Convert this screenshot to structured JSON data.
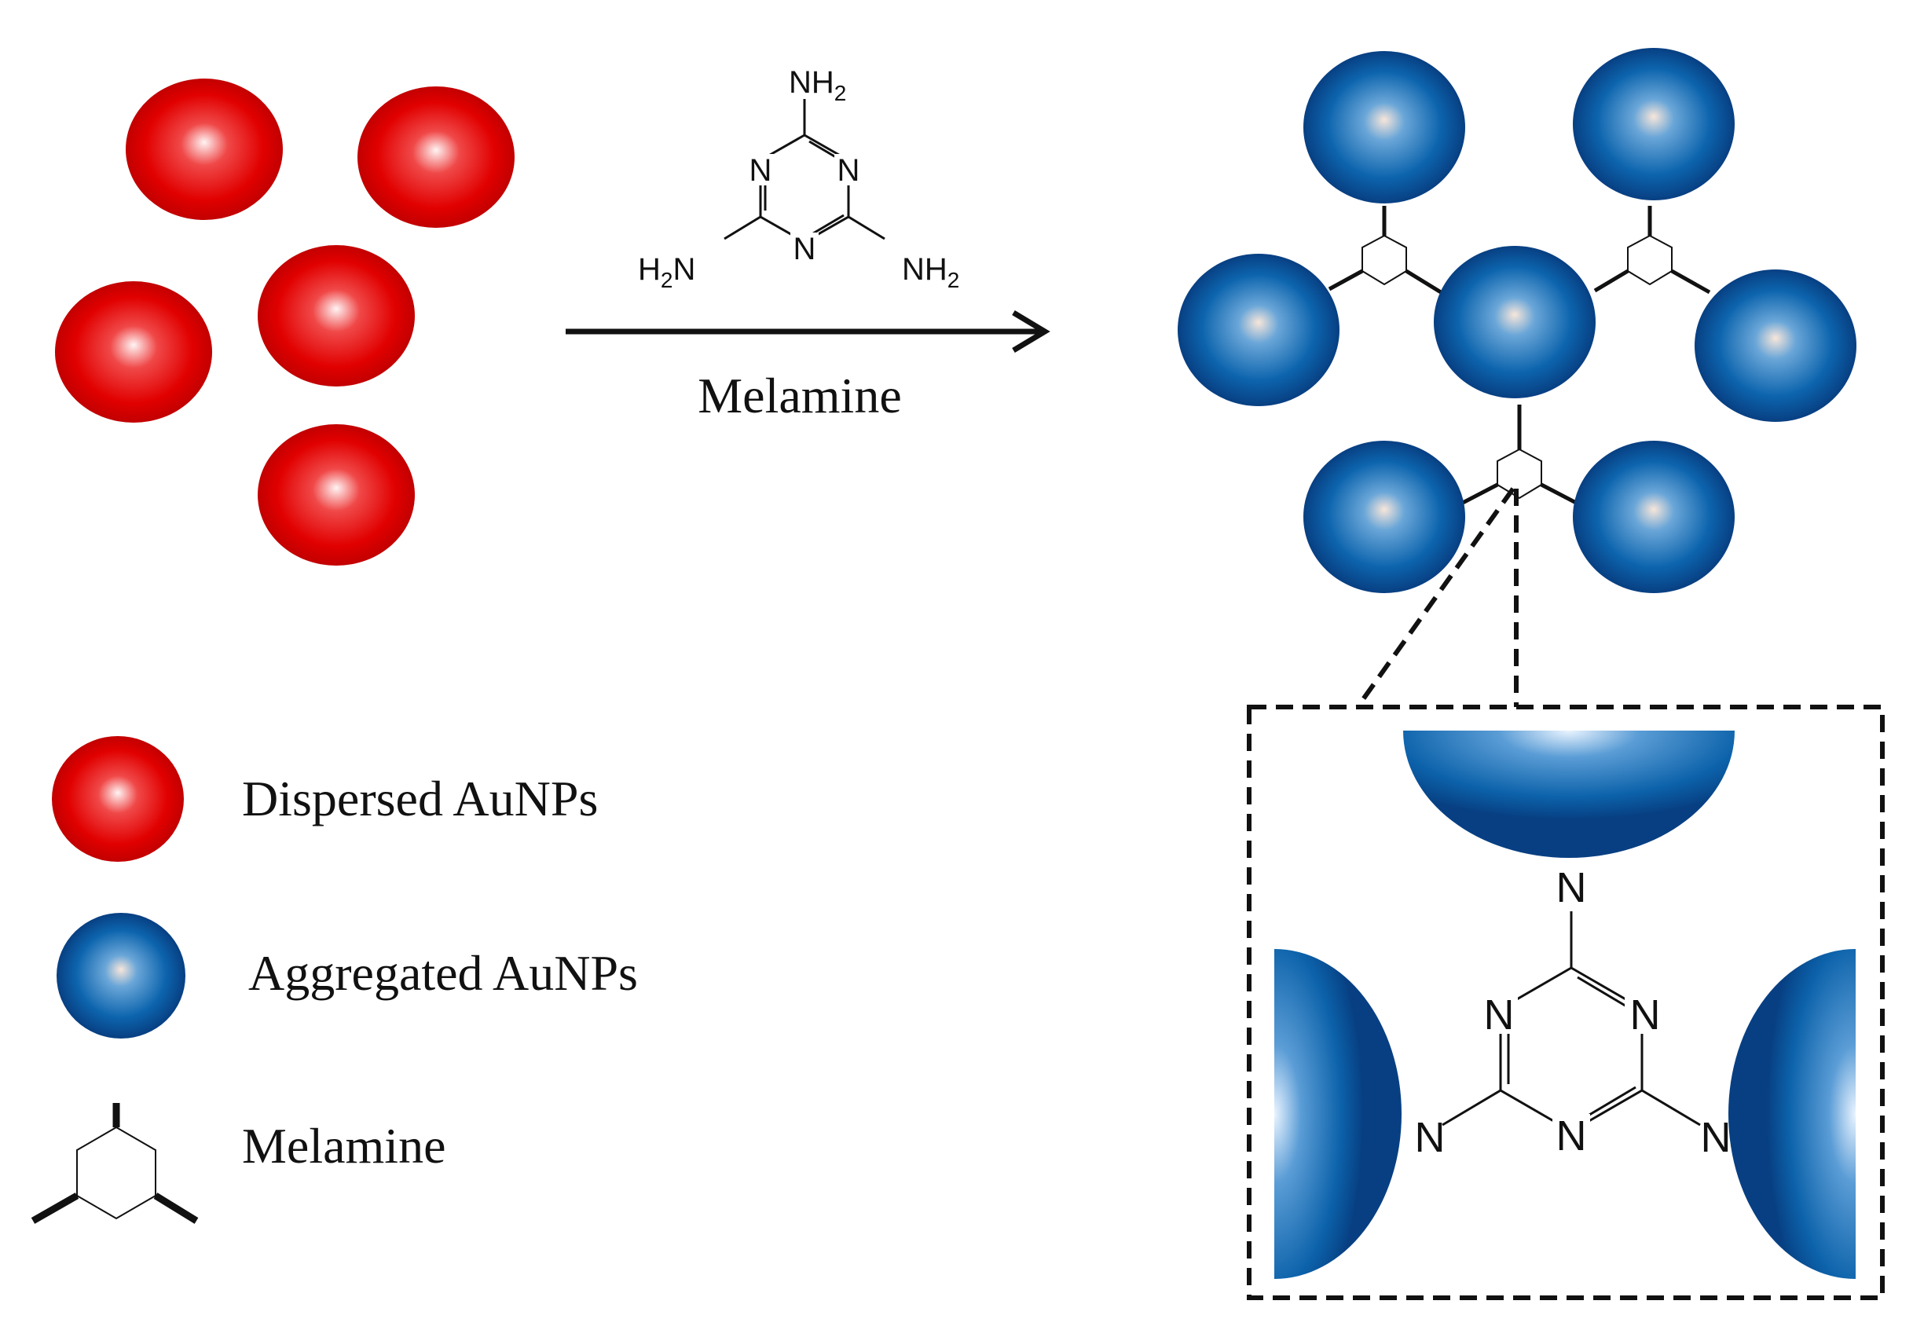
{
  "reaction": {
    "arrow_label": "Melamine",
    "reagent_structure": {
      "amine_top": "NH",
      "amine_left_prefix": "H",
      "amine_left_suffix": "N",
      "amine_right": "NH",
      "subscript": "2",
      "ring_n": "N"
    }
  },
  "legend": {
    "dispersed_label": "Dispersed AuNPs",
    "aggregated_label": "Aggregated AuNPs",
    "melamine_label": "Melamine"
  },
  "inset": {
    "n_label": "N"
  },
  "colors": {
    "dispersed_particle": "#e00000",
    "aggregated_particle": "#0a5aa0",
    "particle_highlight": "#fff2ea"
  }
}
